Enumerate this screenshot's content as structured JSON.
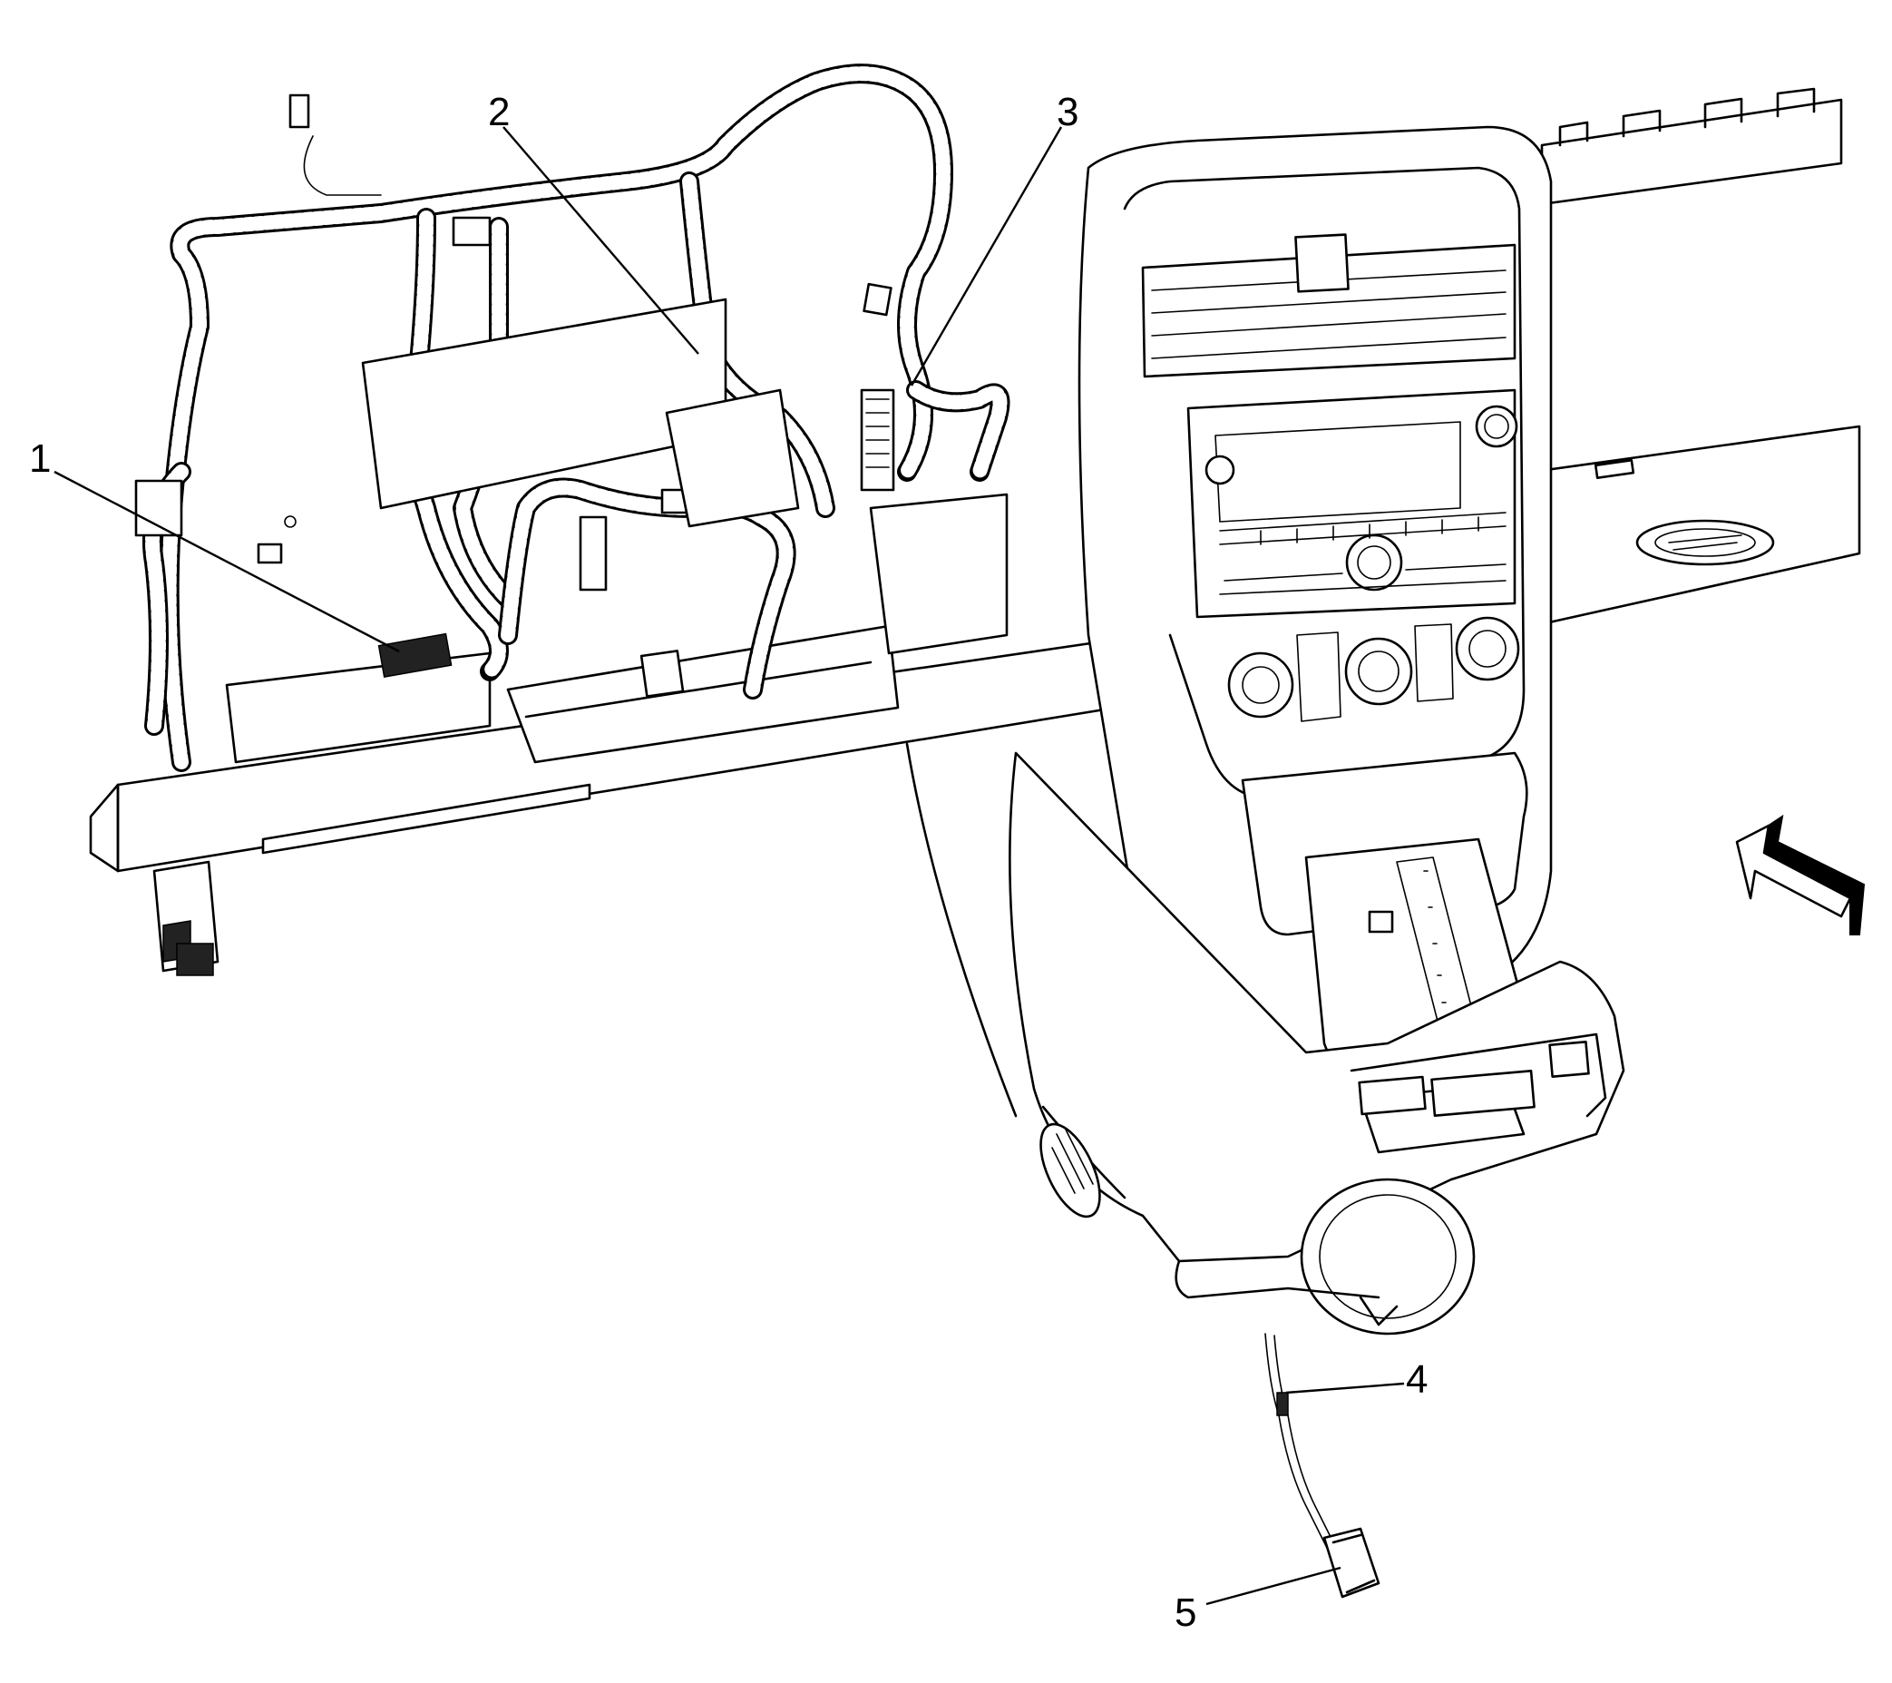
{
  "callouts": [
    {
      "id": "1",
      "label": "1"
    },
    {
      "id": "2",
      "label": "2"
    },
    {
      "id": "3",
      "label": "3"
    },
    {
      "id": "4",
      "label": "4"
    },
    {
      "id": "5",
      "label": "5"
    }
  ],
  "icons": {
    "view_arrow": "view-direction-arrow-icon"
  }
}
